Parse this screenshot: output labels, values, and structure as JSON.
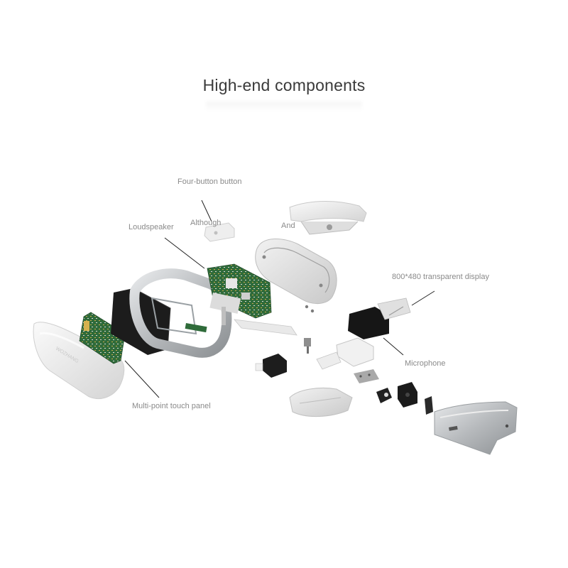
{
  "title": "High-end components",
  "labels": {
    "four_button": "Four-button button",
    "although": "Although",
    "and": "And",
    "loudspeaker": "Loudspeaker",
    "display": "800*480 transparent display",
    "microphone": "Microphone",
    "touch_panel": "Multi-point touch panel"
  },
  "colors": {
    "text": "#3a3a3a",
    "label": "#8a8a8a",
    "leader": "#222222",
    "pcb": "#2f6b3a",
    "shell": "#e8e8e8",
    "metal": "#b9bcbf",
    "black": "#1a1a1a"
  }
}
